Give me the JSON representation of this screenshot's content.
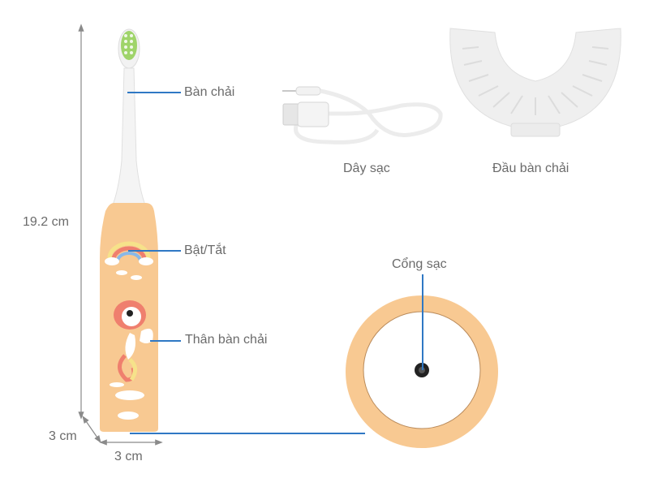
{
  "dimensions": {
    "height": "19.2 cm",
    "depth": "3 cm",
    "width": "3 cm"
  },
  "callouts": {
    "brush_head": "Bàn chải",
    "power_button": "Bật/Tắt",
    "body": "Thân bàn chải",
    "charging_port": "Cổng sạc"
  },
  "accessories": {
    "cable": "Dây sạc",
    "u_head": "Đầu bàn chải"
  },
  "colors": {
    "leader_line": "#2f78c4",
    "body": "#f8c992",
    "bristles": "#9fd46a",
    "label_text": "#6b6b6b",
    "dimension_line": "#8a8a8a"
  }
}
